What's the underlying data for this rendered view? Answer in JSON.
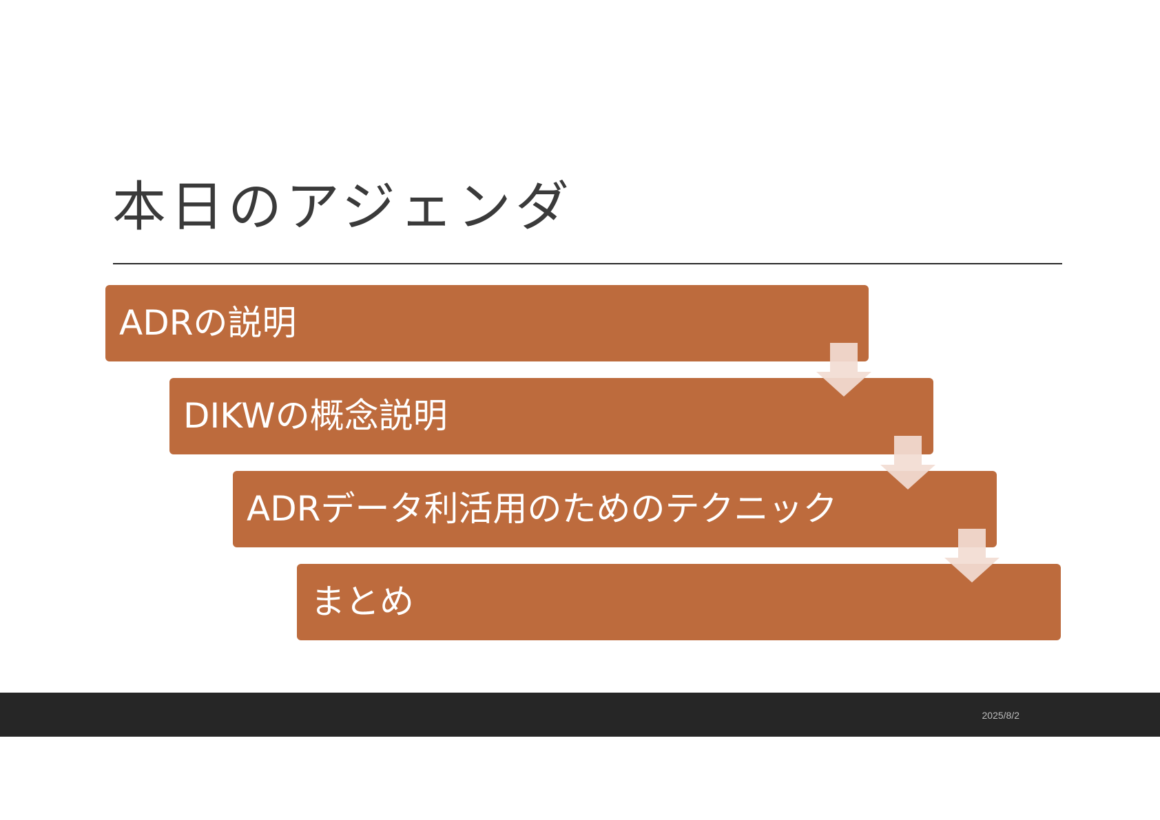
{
  "slide": {
    "title": "本日のアジェンダ",
    "accent_color": "#bd6b3d",
    "arrow_color": "#f2dcd3",
    "footer_color": "#262626"
  },
  "agenda": {
    "items": [
      {
        "label": "ADRの説明"
      },
      {
        "label": "DIKWの概念説明"
      },
      {
        "label": "ADRデータ利活用のためのテクニック"
      },
      {
        "label": "まとめ"
      }
    ],
    "connector_icon": "down-arrow-icon"
  },
  "footer": {
    "date": "2025/8/2"
  }
}
